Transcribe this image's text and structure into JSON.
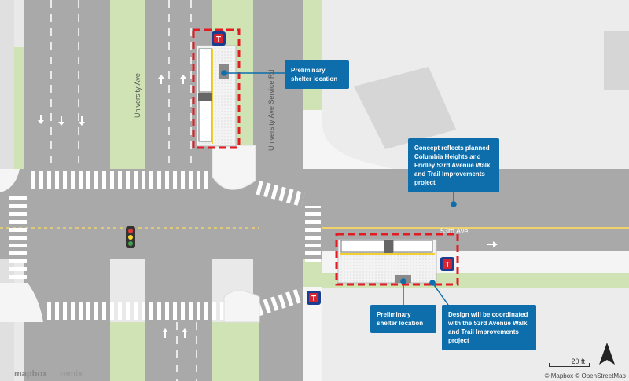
{
  "labels": {
    "university_ave": "University Ave",
    "service_rd": "University Ave Service Rd",
    "street_53rd": "53rd Ave"
  },
  "callouts": {
    "shelter_north": "Preliminary shelter location",
    "concept": "Concept reflects planned Columbia Heights and Fridley 53rd Avenue Walk and Trail Improvements project",
    "shelter_south": "Preliminary shelter location",
    "design": "Design will be coordinated with the 53rd Avenue Walk and Trail Improvements project"
  },
  "scale": {
    "label": "20 ft"
  },
  "attribution": "© Mapbox © OpenStreetMap",
  "logos": {
    "mapbox": "mapbox",
    "remix": "remix"
  },
  "transit_icon": "T",
  "colors": {
    "callout": "#0d6eab",
    "dashed_outline": "#e31b23",
    "grass": "#cfe3b4",
    "road": "#a8a8a8",
    "transit_red": "#d5232f",
    "transit_blue": "#1a3d8f"
  }
}
